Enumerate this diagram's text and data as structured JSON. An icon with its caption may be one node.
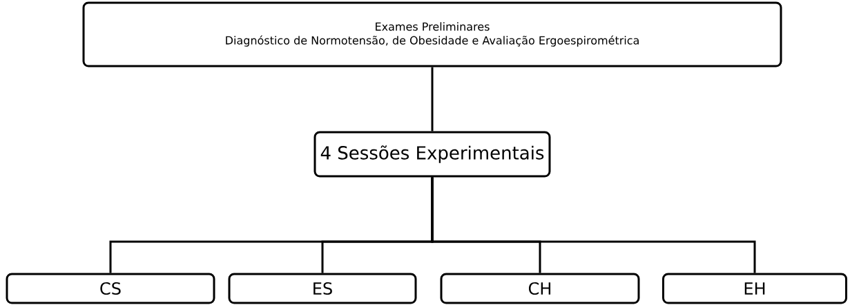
{
  "diagram": {
    "nodes": [
      {
        "text": [
          "Exames Preliminares",
          "Diagnóstico de Normotensão, de Obesidade e Avaliação Ergoespirométrica"
        ]
      },
      {
        "text": [
          "4 Sessões Experimentais"
        ]
      },
      {
        "text": [
          "CS"
        ]
      },
      {
        "text": [
          "ES"
        ]
      },
      {
        "text": [
          "CH"
        ]
      },
      {
        "text": [
          "EH"
        ]
      }
    ],
    "edges": [
      {
        "from": 0,
        "to": 1,
        "arrow": "none"
      },
      {
        "from": 1,
        "to": 2,
        "arrow": "none"
      },
      {
        "from": 1,
        "to": 3,
        "arrow": "none"
      },
      {
        "from": 1,
        "to": 4,
        "arrow": "none"
      },
      {
        "from": 1,
        "to": 5,
        "arrow": "none"
      }
    ]
  }
}
